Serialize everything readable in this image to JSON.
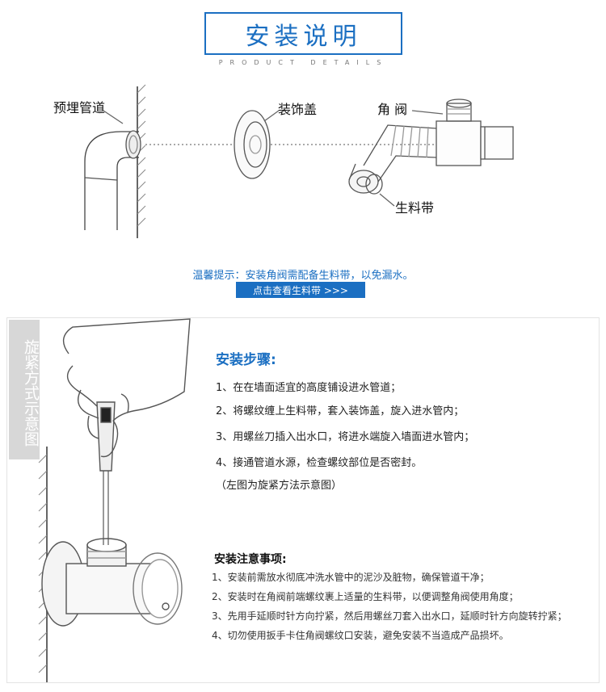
{
  "header": {
    "title": "安装说明",
    "subtitle": "PRODUCT DETAILS"
  },
  "diagram": {
    "labels": {
      "pipe": "预埋管道",
      "cover": "装饰盖",
      "valve": "角 阀",
      "tape": "生料带"
    }
  },
  "tip": {
    "text": "温馨提示：安装角阀需配备生料带，以免漏水。",
    "button": "点击查看生料带 >>>"
  },
  "side_tab": "旋紧方式示意图",
  "steps": {
    "title": "安装步骤:",
    "items": [
      "1、在在墙面适宜的高度铺设进水管道；",
      "2、将螺纹缠上生料带，套入装饰盖，旋入进水管内；",
      "3、用螺丝刀插入出水口，将进水端旋入墙面进水管内；",
      "4、接通管道水源，检查螺纹部位是否密封。"
    ],
    "note": "（左图为旋紧方法示意图）"
  },
  "notes": {
    "title": "安装注意事项:",
    "items": [
      "1、安装前需放水彻底冲洗水管中的泥沙及脏物，确保管道干净；",
      "2、安装时在角阀前端螺纹裹上适量的生料带，以便调整角阀使用角度；",
      "3、先用手延顺时针方向拧紧，然后用螺丝刀套入出水口，延顺时针方向旋转拧紧；",
      "4、切勿使用扳手卡住角阀螺纹口安装，避免安装不当造成产品损坏。"
    ]
  },
  "colors": {
    "accent": "#1b6fc2",
    "tab": "#d7d7d7"
  }
}
